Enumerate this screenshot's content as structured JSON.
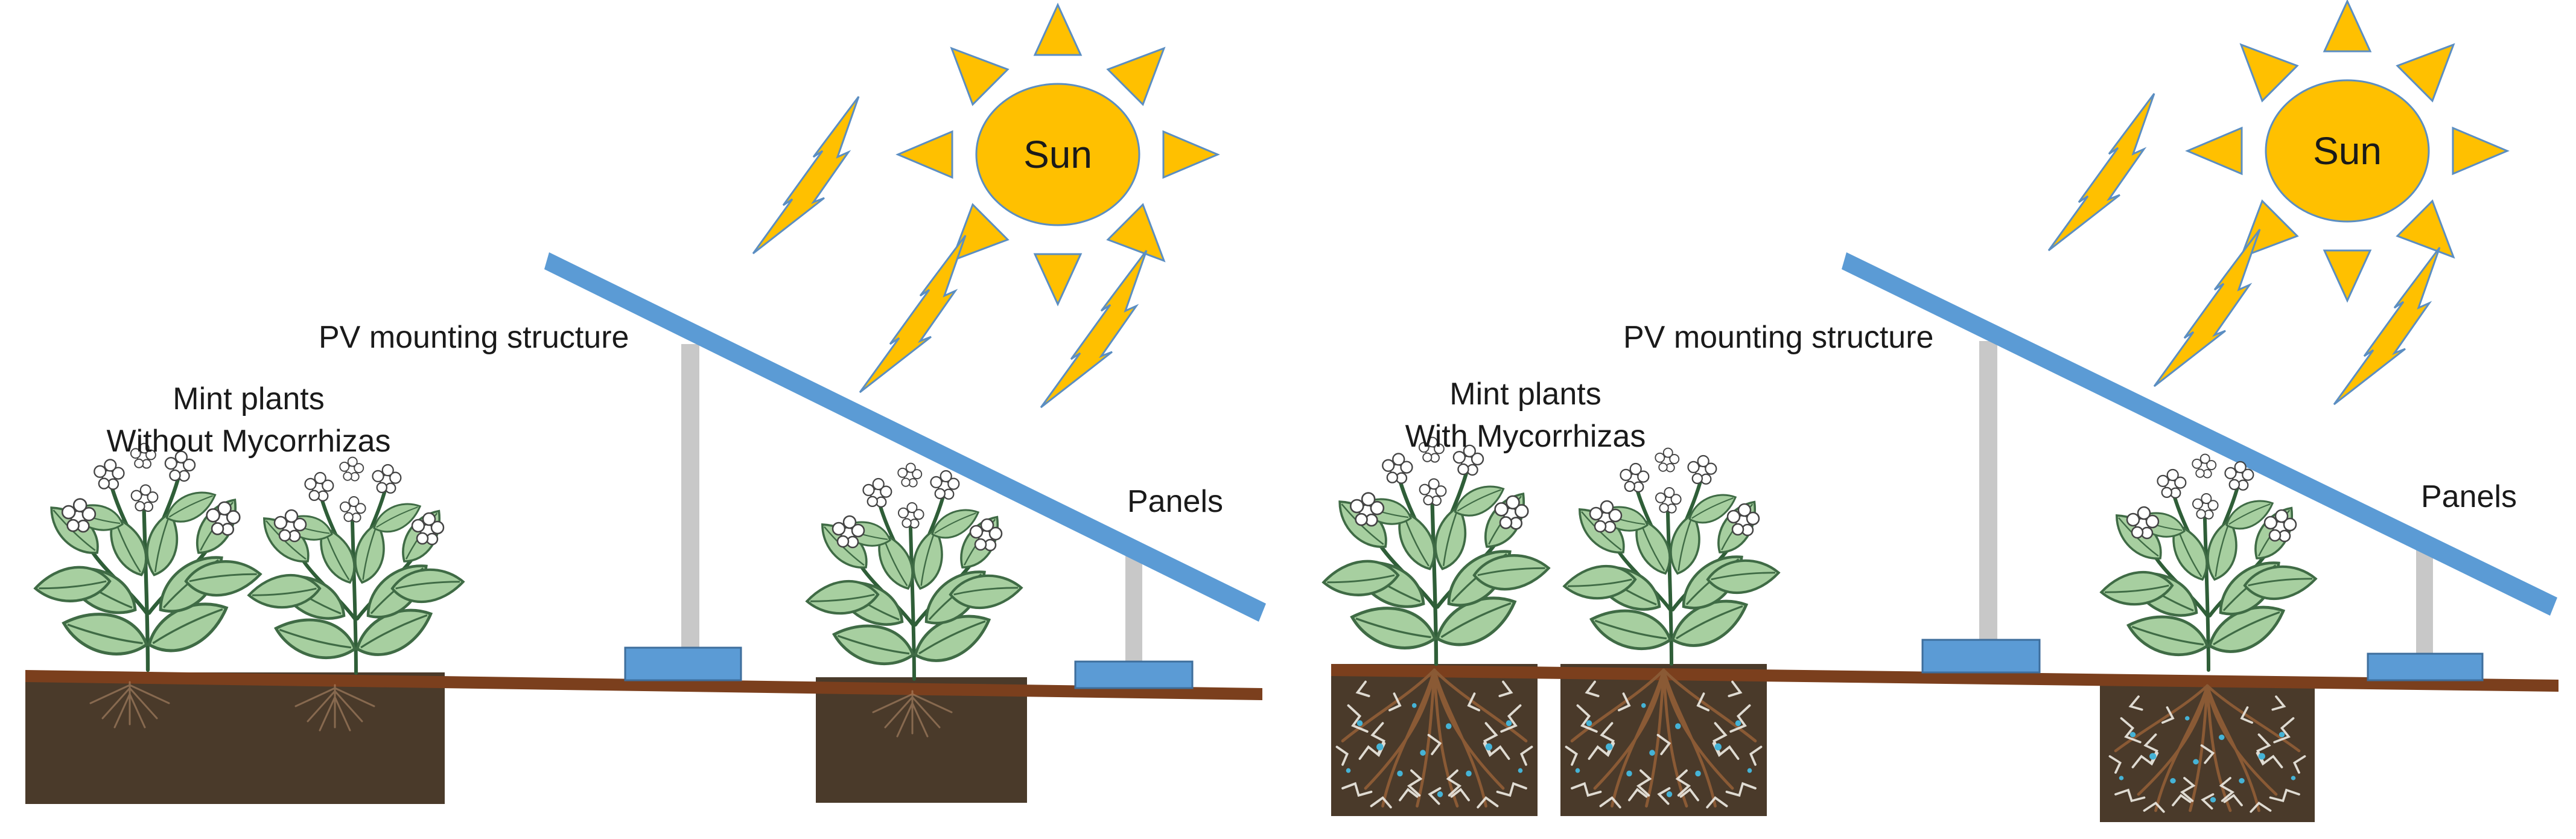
{
  "left_panel": {
    "sun_label": "Sun",
    "structure_label": "PV mounting structure",
    "panels_label": "Panels",
    "plants_label_line1": "Mint plants",
    "plants_label_line2": "Without Mycorrhizas"
  },
  "right_panel": {
    "sun_label": "Sun",
    "structure_label": "PV mounting structure",
    "panels_label": "Panels",
    "plants_label_line1": "Mint plants",
    "plants_label_line2": "With Mycorrhizas"
  },
  "colors": {
    "sun": "#FFC000",
    "sun_outline": "#5B8EC2",
    "lightning": "#FFC000",
    "panel": "#5B9BD5",
    "post": "#C8C8C8",
    "ground": "#7B3F1D",
    "soil": "#4A3A2A",
    "leaf": "#9CC596"
  }
}
